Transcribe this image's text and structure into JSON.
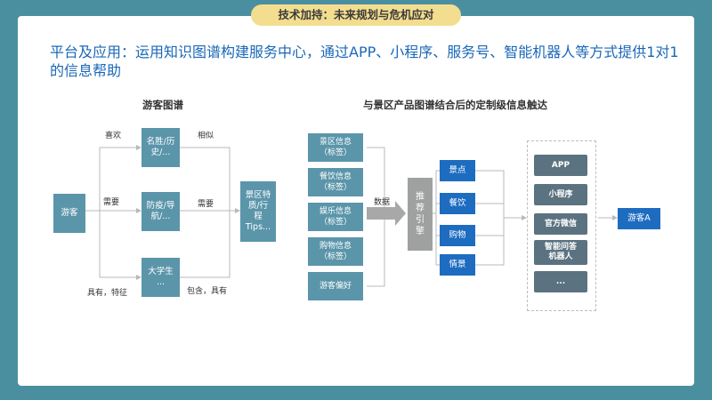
{
  "header": {
    "pill": "技术加持：未来规划与危机应对"
  },
  "title": "平台及应用：运用知识图谱构建服务中心，通过APP、小程序、服务号、智能机器人等方式提供1对1的信息帮助",
  "left_diagram": {
    "heading": "游客图谱",
    "visitor": "游客",
    "nodes": [
      "名胜/历史/...",
      "防疫/导航/...",
      "大学生..."
    ],
    "node_lines": [
      [
        "名胜/历",
        "史/..."
      ],
      [
        "防疫/导",
        "航/..."
      ],
      [
        "大学生",
        "..."
      ]
    ],
    "edge_labels": {
      "likes": "喜欢",
      "needs": "需要",
      "has": "具有，特征",
      "similar": "相似",
      "needs2": "需要",
      "contains": "包含，具有"
    },
    "result": [
      "景区特",
      "质/行",
      "程",
      "Tips..."
    ]
  },
  "right_diagram": {
    "heading": "与景区产品图谱结合后的定制级信息触达",
    "tags": [
      [
        "景区信息",
        "（标签）"
      ],
      [
        "餐饮信息",
        "（标签）"
      ],
      [
        "娱乐信息",
        "（标签）"
      ],
      [
        "购物信息",
        "（标签）"
      ],
      [
        "游客偏好"
      ]
    ],
    "data_label": "数据",
    "engine": [
      "推",
      "荐",
      "引",
      "擎"
    ],
    "categories": [
      "景点",
      "餐饮",
      "购物",
      "情景"
    ],
    "channels": [
      [
        "APP"
      ],
      [
        "小程序"
      ],
      [
        "官方微信"
      ],
      [
        "智能问答",
        "机器人"
      ],
      [
        "..."
      ]
    ],
    "target": "游客A"
  },
  "colors": {
    "frame": "#4a8fa0",
    "box": "#5b95aa",
    "blue": "#1d6cc0",
    "dark": "#5b7280",
    "engine": "#9fa0a0",
    "pill": "#f3dd8f",
    "title": "#1a67b8"
  }
}
